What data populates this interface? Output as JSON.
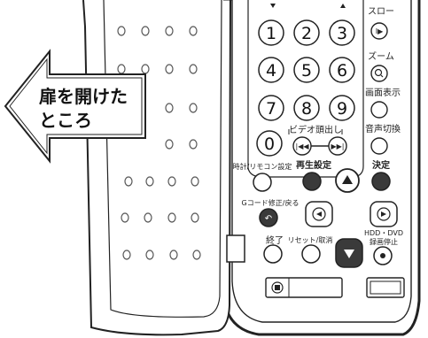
{
  "callout": {
    "line1": "扉を開けた",
    "line2": "ところ"
  },
  "keypad": {
    "digits": [
      "1",
      "2",
      "3",
      "4",
      "5",
      "6",
      "7",
      "8",
      "9",
      "0"
    ]
  },
  "labels": {
    "slow": "スロー",
    "zoom": "ズーム",
    "screen_display": "画面表示",
    "video_cue": "ビデオ頭出し",
    "audio_switch": "音声切換",
    "clock_remote_setup": "時計/リモコン設定",
    "playback_setup": "再生設定",
    "enter": "決定",
    "gcode_back": "Gコード修正/戻る",
    "exit": "終了",
    "reset_cancel": "リセット/取消",
    "hdd_dvd": "HDD・DVD",
    "record_stop": "録画停止"
  },
  "colors": {
    "line": "#222222",
    "dark_button": "#3a3a3a",
    "panel": "#ffffff"
  }
}
